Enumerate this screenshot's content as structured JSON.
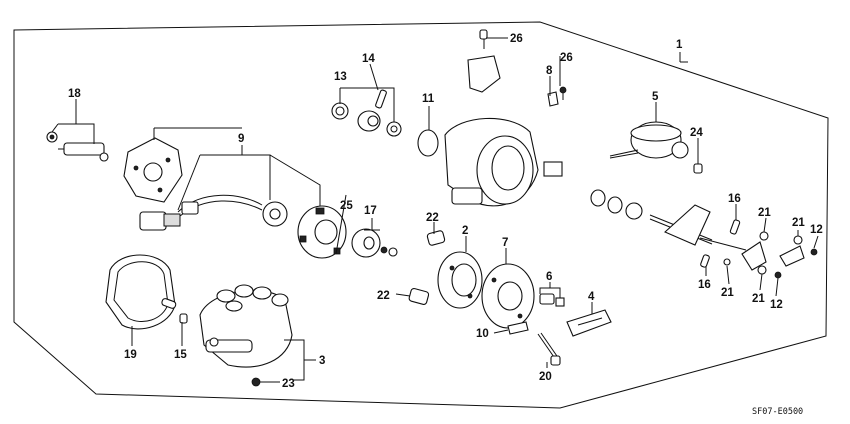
{
  "diagram": {
    "code": "SF07-E0500",
    "callouts": [
      {
        "id": "c1",
        "label": "1"
      },
      {
        "id": "c2",
        "label": "2"
      },
      {
        "id": "c3",
        "label": "3"
      },
      {
        "id": "c4",
        "label": "4"
      },
      {
        "id": "c5",
        "label": "5"
      },
      {
        "id": "c6",
        "label": "6"
      },
      {
        "id": "c7",
        "label": "7"
      },
      {
        "id": "c8",
        "label": "8"
      },
      {
        "id": "c9",
        "label": "9"
      },
      {
        "id": "c10",
        "label": "10"
      },
      {
        "id": "c11",
        "label": "11"
      },
      {
        "id": "c12a",
        "label": "12"
      },
      {
        "id": "c12b",
        "label": "12"
      },
      {
        "id": "c13",
        "label": "13"
      },
      {
        "id": "c14",
        "label": "14"
      },
      {
        "id": "c15",
        "label": "15"
      },
      {
        "id": "c16a",
        "label": "16"
      },
      {
        "id": "c16b",
        "label": "16"
      },
      {
        "id": "c17",
        "label": "17"
      },
      {
        "id": "c18",
        "label": "18"
      },
      {
        "id": "c19",
        "label": "19"
      },
      {
        "id": "c20",
        "label": "20"
      },
      {
        "id": "c21a",
        "label": "21"
      },
      {
        "id": "c21b",
        "label": "21"
      },
      {
        "id": "c21c",
        "label": "21"
      },
      {
        "id": "c21d",
        "label": "21"
      },
      {
        "id": "c22a",
        "label": "22"
      },
      {
        "id": "c22b",
        "label": "22"
      },
      {
        "id": "c23",
        "label": "23"
      },
      {
        "id": "c24",
        "label": "24"
      },
      {
        "id": "c25",
        "label": "25"
      },
      {
        "id": "c26a",
        "label": "26"
      },
      {
        "id": "c26b",
        "label": "26"
      }
    ]
  }
}
